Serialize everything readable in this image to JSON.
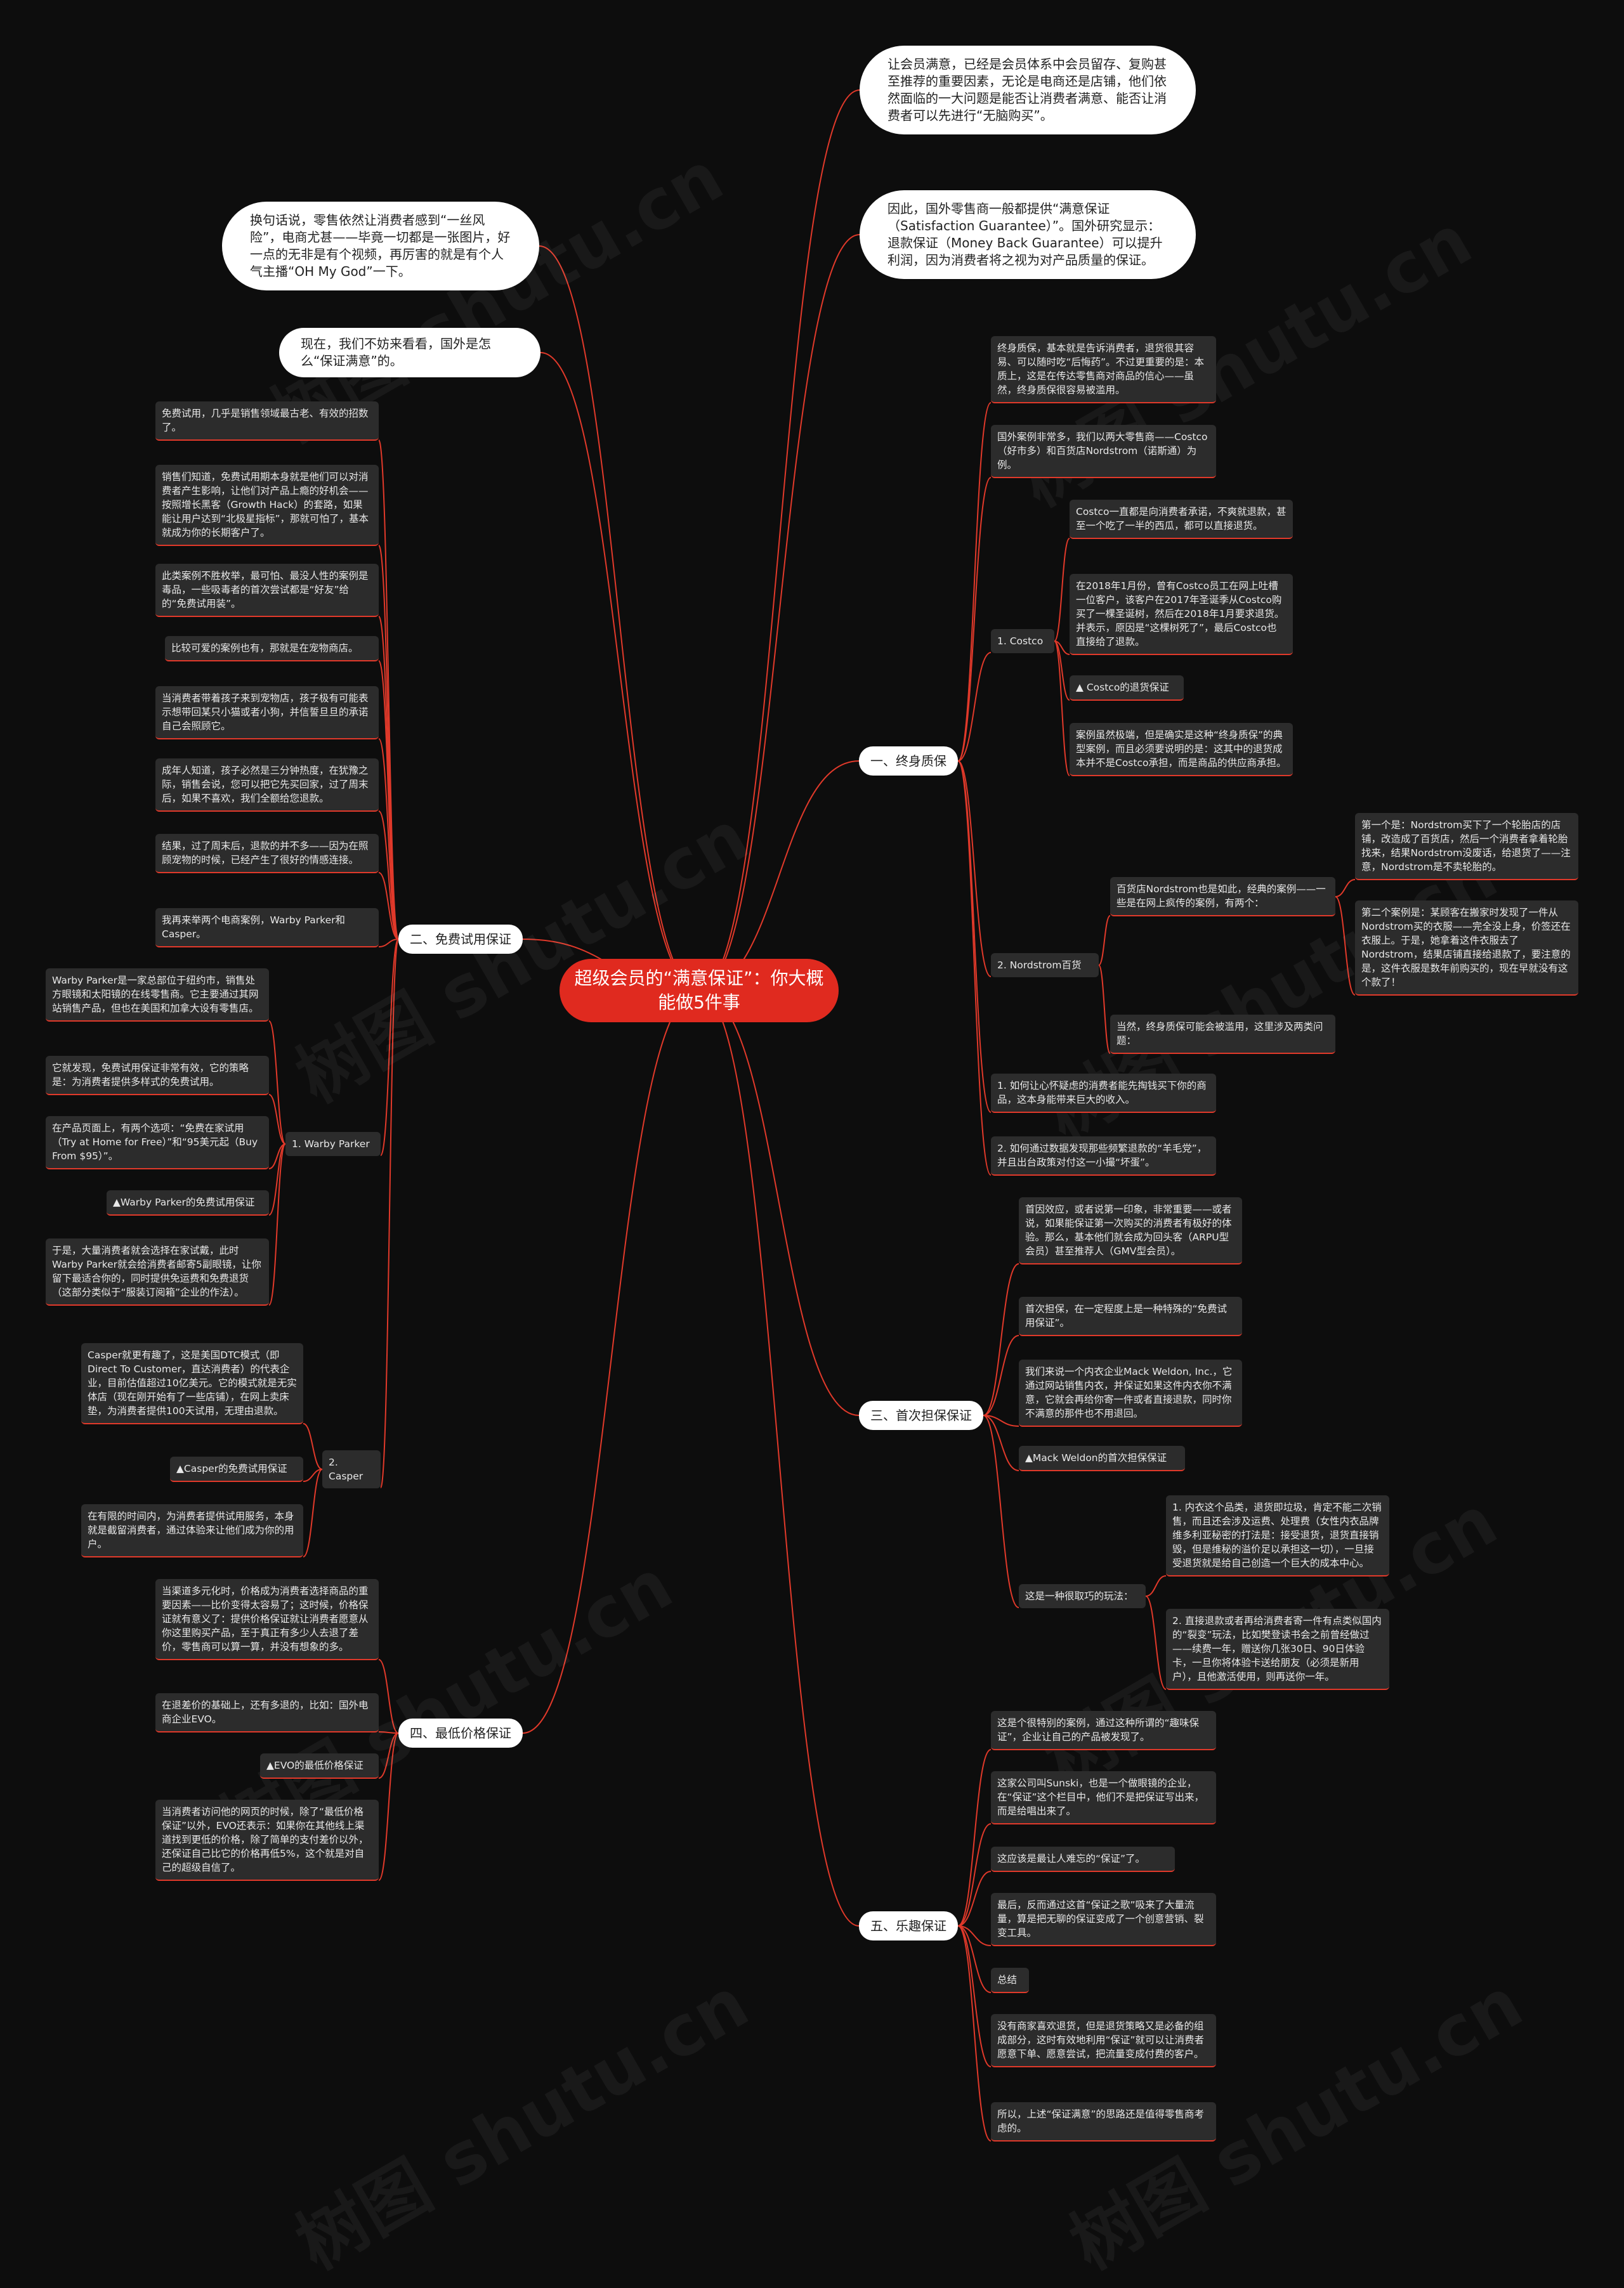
{
  "root": "超级会员的“满意保证”：你大概能做5件事",
  "intro": {
    "top1": "让会员满意，已经是会员体系中会员留存、复购甚至推荐的重要因素，无论是电商还是店铺，他们依然面临的一大问题是能否让消费者满意、能否让消费者可以先进行“无脑购买”。",
    "top2": "因此，国外零售商一般都提供“满意保证（Satisfaction Guarantee）”。国外研究显示：退款保证（Money Back Guarantee）可以提升利润，因为消费者将之视为对产品质量的保证。",
    "left1": "换句话说，零售依然让消费者感到“一丝风险”，电商尤甚——毕竟一切都是一张图片，好一点的无非是有个视频，再厉害的就是有个人气主播“OH My God”一下。",
    "left2": "现在，我们不妨来看看，国外是怎么“保证满意”的。"
  },
  "b1": {
    "label": "一、终身质保",
    "items": [
      "终身质保，基本就是告诉消费者，退货很其容易、可以随时吃“后悔药”。不过更重要的是：本质上，这是在传达零售商对商品的信心——虽然，终身质保很容易被滥用。",
      "国外案例非常多，我们以两大零售商——Costco（好市多）和百货店Nordstrom（诺斯通）为例。"
    ],
    "costco_label": "1. Costco",
    "costco": [
      "Costco一直都是向消费者承诺，不爽就退款，甚至一个吃了一半的西瓜，都可以直接退货。",
      "在2018年1月份，曾有Costco员工在网上吐槽一位客户，该客户在2017年圣诞季从Costco购买了一棵圣诞树，然后在2018年1月要求退货。并表示，原因是“这棵树死了”，最后Costco也直接给了退款。",
      "▲ Costco的退货保证",
      "案例虽然极端，但是确实是这种“终身质保”的典型案例，而且必须要说明的是：这其中的退货成本并不是Costco承担，而是商品的供应商承担。"
    ],
    "nord_label": "2. Nordstrom百货",
    "nord_intro": "百货店Nordstrom也是如此，经典的案例——一些是在网上疯传的案例，有两个：",
    "nord_cases": [
      "第一个是：Nordstrom买下了一个轮胎店的店铺，改造成了百货店，然后一个消费者拿着轮胎找来，结果Nordstrom没废话，给退货了——注意，Nordstrom是不卖轮胎的。",
      "第二个案例是：某顾客在搬家时发现了一件从Nordstrom买的衣服——完全没上身，价签还在衣服上。于是，她拿着这件衣服去了Nordstrom，结果店铺直接给退款了，要注意的是，这件衣服是数年前购买的，现在早就没有这个款了！"
    ],
    "nord_q": "当然，终身质保可能会被滥用，这里涉及两类问题：",
    "tail": [
      "1. 如何让心怀疑虑的消费者能先掏钱买下你的商品，这本身能带来巨大的收入。",
      "2. 如何通过数据发现那些频繁退款的“羊毛党”，并且出台政策对付这一小撮“坏蛋”。"
    ]
  },
  "b2": {
    "label": "二、免费试用保证",
    "items": [
      "免费试用，几乎是销售领域最古老、有效的招数了。",
      "销售们知道，免费试用期本身就是他们可以对消费者产生影响，让他们对产品上瘾的好机会——按照增长黑客（Growth Hack）的套路，如果能让用户达到“北极星指标”，那就可怕了，基本就成为你的长期客户了。",
      "此类案例不胜枚举，最可怕、最没人性的案例是毒品，一些吸毒者的首次尝试都是“好友”给的“免费试用装”。",
      "比较可爱的案例也有，那就是在宠物商店。",
      "当消费者带着孩子来到宠物店，孩子极有可能表示想带回某只小猫或者小狗，并信誓旦旦的承诺自己会照顾它。",
      "成年人知道，孩子必然是三分钟热度，在犹豫之际，销售会说，您可以把它先买回家，过了周末后，如果不喜欢，我们全额给您退款。",
      "结果，过了周末后，退款的并不多——因为在照顾宠物的时候，已经产生了很好的情感连接。",
      "我再来举两个电商案例，Warby Parker和Casper。"
    ],
    "warby_label": "1. Warby Parker",
    "warby": [
      "Warby Parker是一家总部位于纽约市，销售处方眼镜和太阳镜的在线零售商。它主要通过其网站销售产品，但也在美国和加拿大设有零售店。",
      "它就发现，免费试用保证非常有效，它的策略是：为消费者提供多样式的免费试用。",
      "在产品页面上，有两个选项：“免费在家试用（Try at Home for Free）”和“95美元起（Buy From $95）”。",
      "▲Warby Parker的免费试用保证",
      "于是，大量消费者就会选择在家试戴，此时Warby Parker就会给消费者邮寄5副眼镜，让你留下最适合你的，同时提供免运费和免费退货（这部分类似于“服装订阅箱”企业的作法）。"
    ],
    "casper_label": "2. Casper",
    "casper": [
      "Casper就更有趣了，这是美国DTC模式（即Direct To Customer，直达消费者）的代表企业，目前估值超过10亿美元。它的模式就是无实体店（现在刚开始有了一些店铺），在网上卖床垫，为消费者提供100天试用，无理由退款。",
      "▲Casper的免费试用保证",
      "在有限的时间内，为消费者提供试用服务，本身就是截留消费者，通过体验来让他们成为你的用户。"
    ]
  },
  "b3": {
    "label": "三、首次担保保证",
    "items": [
      "首因效应，或者说第一印象，非常重要——或者说，如果能保证第一次购买的消费者有极好的体验。那么，基本他们就会成为回头客（ARPU型会员）甚至推荐人（GMV型会员）。",
      "首次担保，在一定程度上是一种特殊的“免费试用保证”。",
      "我们来说一个内衣企业Mack Weldon, Inc.，它通过网站销售内衣，并保证如果这件内衣你不满意，它就会再给你寄一件或者直接退款，同时你不满意的那件也不用退回。",
      "▲Mack Weldon的首次担保保证"
    ],
    "clever_label": "这是一种很取巧的玩法：",
    "clever": [
      "1. 内衣这个品类，退货即垃圾，肯定不能二次销售，而且还会涉及运费、处理费（女性内衣品牌维多利亚秘密的打法是：接受退货，退货直接销毁，但是维秘的溢价足以承担这一切），一旦接受退货就是给自己创造一个巨大的成本中心。",
      "2. 直接退款或者再给消费者寄一件有点类似国内的“裂变”玩法，比如樊登读书会之前曾经做过——续费一年，赠送你几张30日、90日体验卡，一旦你将体验卡送给朋友（必须是新用户），且他激活使用，则再送你一年。"
    ]
  },
  "b4": {
    "label": "四、最低价格保证",
    "items": [
      "当渠道多元化时，价格成为消费者选择商品的重要因素——比价变得太容易了；这时候，价格保证就有意义了：提供价格保证就让消费者愿意从你这里购买产品，至于真正有多少人去退了差价，零售商可以算一算，并没有想象的多。",
      "在退差价的基础上，还有多退的，比如：国外电商企业EVO。",
      "▲EVO的最低价格保证",
      "当消费者访问他的网页的时候，除了“最低价格保证”以外，EVO还表示：如果你在其他线上渠道找到更低的价格，除了简单的支付差价以外，还保证自己比它的价格再低5%，这个就是对自己的超级自信了。"
    ]
  },
  "b5": {
    "label": "五、乐趣保证",
    "items": [
      "这是个很特别的案例，通过这种所谓的“趣味保证”，企业让自己的产品被发现了。",
      "这家公司叫Sunski，也是一个做眼镜的企业，在“保证”这个栏目中，他们不是把保证写出来，而是给唱出来了。",
      "这应该是最让人难忘的“保证”了。",
      "最后，反而通过这首“保证之歌”吸来了大量流量，算是把无聊的保证变成了一个创意营销、裂变工具。",
      "总结",
      "没有商家喜欢退货，但是退货策略又是必备的组成部分，这时有效地利用“保证”就可以让消费者愿意下单、愿意尝试，把流量变成付费的客户。",
      "所以，上述“保证满意”的思路还是值得零售商考虑的。"
    ]
  },
  "watermark_text": [
    "树图 shutu.cn"
  ],
  "colors": {
    "edge": "#e0392a",
    "root": "#e02a1f",
    "leaf_bg": "#2c2c2c",
    "background": "#0d0d0d"
  }
}
